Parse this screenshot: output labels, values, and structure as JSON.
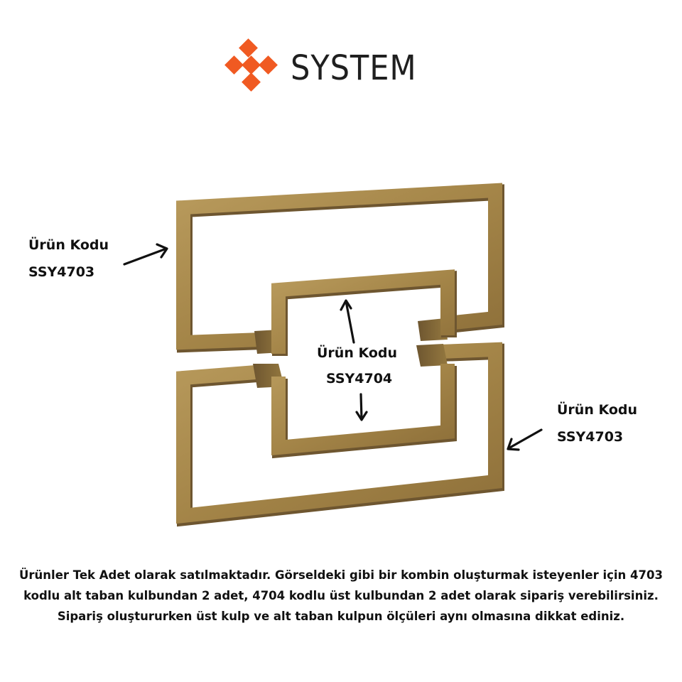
{
  "brand": {
    "name": "SYSTEM",
    "accent_color": "#F05A22",
    "text_color": "#1f1f1f",
    "logo_icon": "five-orange-diamonds-plus-pattern"
  },
  "product": {
    "finish_color": "#A68A4E",
    "finish_shadow": "#7A6234",
    "description": "Brass-finish geometric cabinet handle combination (2 base handles + 2 upper handles)"
  },
  "labels": [
    {
      "title": "Ürün Kodu",
      "code": "SSY4703",
      "position": "left",
      "arrow": "arrow-right-up-icon"
    },
    {
      "title": "Ürün Kodu",
      "code": "SSY4704",
      "position": "center",
      "arrow": "arrow-up-and-down-icon"
    },
    {
      "title": "Ürün Kodu",
      "code": "SSY4703",
      "position": "right",
      "arrow": "arrow-left-down-icon"
    }
  ],
  "footer": {
    "lines": [
      "Ürünler Tek Adet olarak satılmaktadır. Görseldeki gibi bir kombin oluşturmak isteyenler için 4703",
      "kodlu alt taban kulbundan 2 adet, 4704 kodlu üst kulbundan 2 adet olarak sipariş verebilirsiniz.",
      "Sipariş oluştururken üst kulp ve alt taban kulpun ölçüleri aynı olmasına dikkat ediniz."
    ]
  }
}
